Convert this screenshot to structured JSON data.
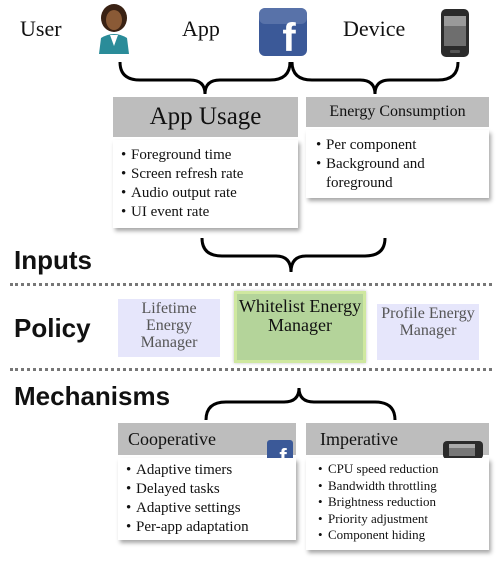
{
  "top": {
    "user_label": "User",
    "app_label": "App",
    "device_label": "Device",
    "user_icon": "person-icon",
    "app_icon": "facebook-icon",
    "device_icon": "phone-icon"
  },
  "app_usage": {
    "title": "App Usage",
    "items": [
      "Foreground time",
      "Screen refresh rate",
      "Audio output rate",
      "UI event rate"
    ]
  },
  "energy_consumption": {
    "title": "Energy Consumption",
    "items": [
      "Per component",
      "Background and foreground"
    ]
  },
  "sections": {
    "inputs": "Inputs",
    "policy": "Policy",
    "mechanisms": "Mechanisms"
  },
  "policy": {
    "lifetime": "Lifetime Energy Manager",
    "whitelist": "Whitelist Energy Manager",
    "profile": "Profile Energy Manager"
  },
  "cooperative": {
    "title": "Cooperative",
    "items": [
      "Adaptive timers",
      "Delayed tasks",
      "Adaptive settings",
      "Per-app adaptation"
    ]
  },
  "imperative": {
    "title": "Imperative",
    "items": [
      "CPU speed reduction",
      "Bandwidth throttling",
      "Brightness reduction",
      "Priority adjustment",
      "Component hiding"
    ]
  },
  "colors": {
    "header_gray": "#bdbdbd",
    "lavender": "#e6e6fb",
    "whitelist_fill": "#b4d49a",
    "whitelist_border": "#cfe8a0",
    "facebook_blue": "#3b5998"
  }
}
